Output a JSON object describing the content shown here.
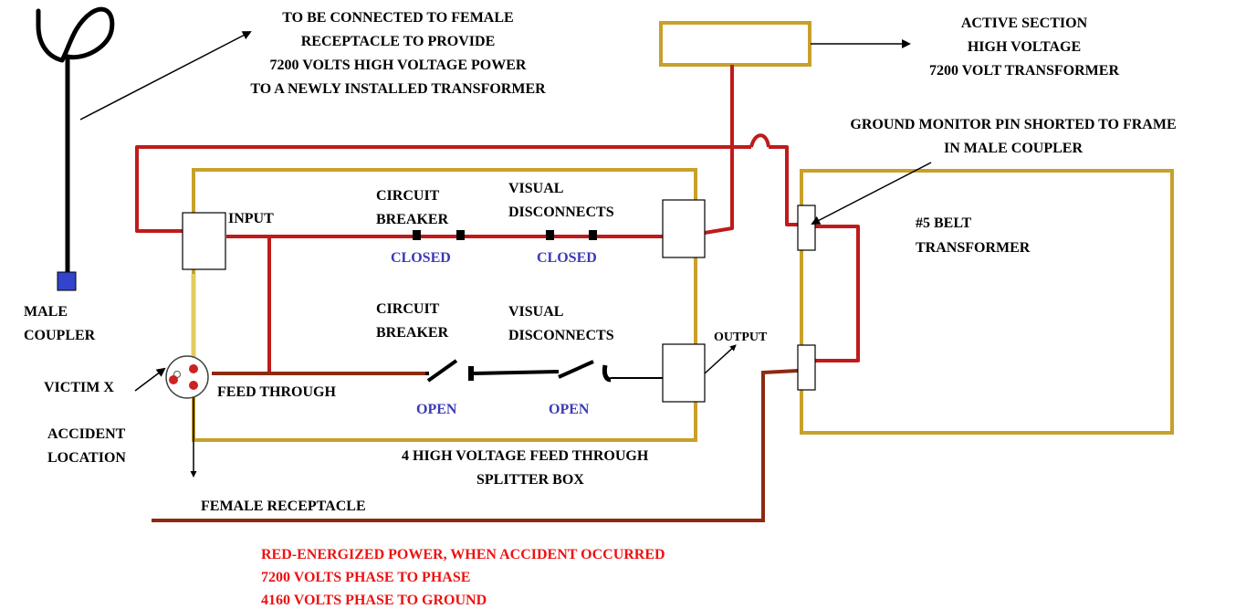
{
  "colors": {
    "energized": "#c01a1a",
    "deenergized": "#8b2a10",
    "box_outline": "#c8a02a",
    "coupler": "#3344cc",
    "state_label": "#3a3ab8",
    "legend": "#ee1111"
  },
  "annotations": {
    "connect_line1": "TO BE CONNECTED TO FEMALE",
    "connect_line2": "RECEPTACLE TO PROVIDE",
    "connect_line3": "7200 VOLTS HIGH VOLTAGE POWER",
    "connect_line4": "TO A NEWLY INSTALLED TRANSFORMER",
    "male_coupler_1": "MALE",
    "male_coupler_2": "COUPLER",
    "victim": "VICTIM  X",
    "accident_1": "ACCIDENT",
    "accident_2": "LOCATION",
    "feed_through": "FEED THROUGH",
    "female_receptacle": "FEMALE RECEPTACLE",
    "ground_monitor_1": "GROUND MONITOR PIN SHORTED TO FRAME",
    "ground_monitor_2": "IN MALE COUPLER"
  },
  "active_section": {
    "line1": "ACTIVE SECTION",
    "line2": "HIGH VOLTAGE",
    "line3": "7200 VOLT TRANSFORMER"
  },
  "splitter_box": {
    "input": "INPUT",
    "output": "OUTPUT",
    "top_breaker_1": "CIRCUIT",
    "top_breaker_2": "BREAKER",
    "top_disc_1": "VISUAL",
    "top_disc_2": "DISCONNECTS",
    "top_breaker_state": "CLOSED",
    "top_disc_state": "CLOSED",
    "bot_breaker_1": "CIRCUIT",
    "bot_breaker_2": "BREAKER",
    "bot_disc_1": "VISUAL",
    "bot_disc_2": "DISCONNECTS",
    "bot_breaker_state": "OPEN",
    "bot_disc_state": "OPEN",
    "caption_1": "4 HIGH VOLTAGE FEED THROUGH",
    "caption_2": "SPLITTER BOX"
  },
  "belt_transformer": {
    "line1": "#5 BELT",
    "line2": "TRANSFORMER"
  },
  "legend": {
    "line1": "RED-ENERGIZED POWER, WHEN ACCIDENT OCCURRED",
    "line2": "7200 VOLTS PHASE TO PHASE",
    "line3": "4160 VOLTS PHASE TO GROUND"
  }
}
